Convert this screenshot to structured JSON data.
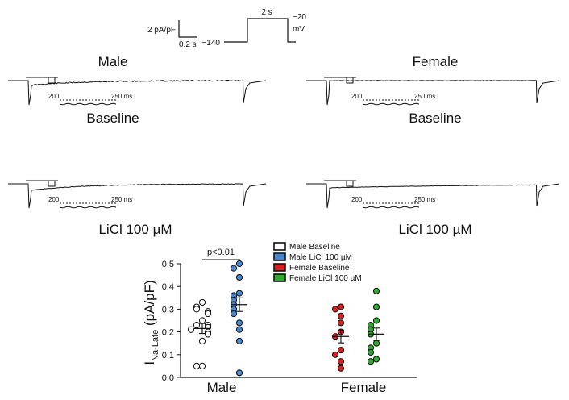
{
  "protocol": {
    "scale_y": "2 pA/pF",
    "scale_x": "0.2 s",
    "step_duration": "2 s",
    "holding": "−140",
    "test": "−20",
    "unit": "mV"
  },
  "traces": {
    "male_title": "Male",
    "female_title": "Female",
    "baseline_label": "Baseline",
    "licl_label": "LiCl 100 µM",
    "window_start": "200",
    "window_end": "250 ms"
  },
  "chart_data": {
    "type": "scatter",
    "ylabel_main": "I",
    "ylabel_sub": "Na-Late",
    "ylabel_unit": " (pA/pF)",
    "ylim": [
      0,
      0.5
    ],
    "yticks": [
      "0.0",
      "0.1",
      "0.2",
      "0.3",
      "0.4",
      "0.5"
    ],
    "groups": [
      "Male",
      "Female"
    ],
    "significance": "p<0.01",
    "colors": {
      "Male Baseline": "#ffffff",
      "Male LiCl 100 µM": "#4a86cf",
      "Female Baseline": "#d42020",
      "Female LiCl 100 µM": "#2eaa2e"
    },
    "series": [
      {
        "name": "Male Baseline",
        "group": "Male",
        "values": [
          0.33,
          0.31,
          0.3,
          0.29,
          0.28,
          0.25,
          0.23,
          0.23,
          0.22,
          0.21,
          0.2,
          0.19,
          0.16,
          0.05,
          0.05
        ],
        "mean": 0.215,
        "sem": 0.022
      },
      {
        "name": "Male LiCl 100 µM",
        "group": "Male",
        "values": [
          0.5,
          0.48,
          0.44,
          0.37,
          0.36,
          0.34,
          0.32,
          0.3,
          0.28,
          0.24,
          0.21,
          0.16,
          0.02
        ],
        "mean": 0.32,
        "sem": 0.03
      },
      {
        "name": "Female Baseline",
        "group": "Female",
        "values": [
          0.31,
          0.3,
          0.27,
          0.24,
          0.2,
          0.18,
          0.12,
          0.1,
          0.07,
          0.04
        ],
        "mean": 0.18,
        "sem": 0.028
      },
      {
        "name": "Female LiCl 100 µM",
        "group": "Female",
        "values": [
          0.38,
          0.31,
          0.25,
          0.23,
          0.21,
          0.19,
          0.15,
          0.13,
          0.11,
          0.08,
          0.07
        ],
        "mean": 0.19,
        "sem": 0.027
      }
    ]
  }
}
